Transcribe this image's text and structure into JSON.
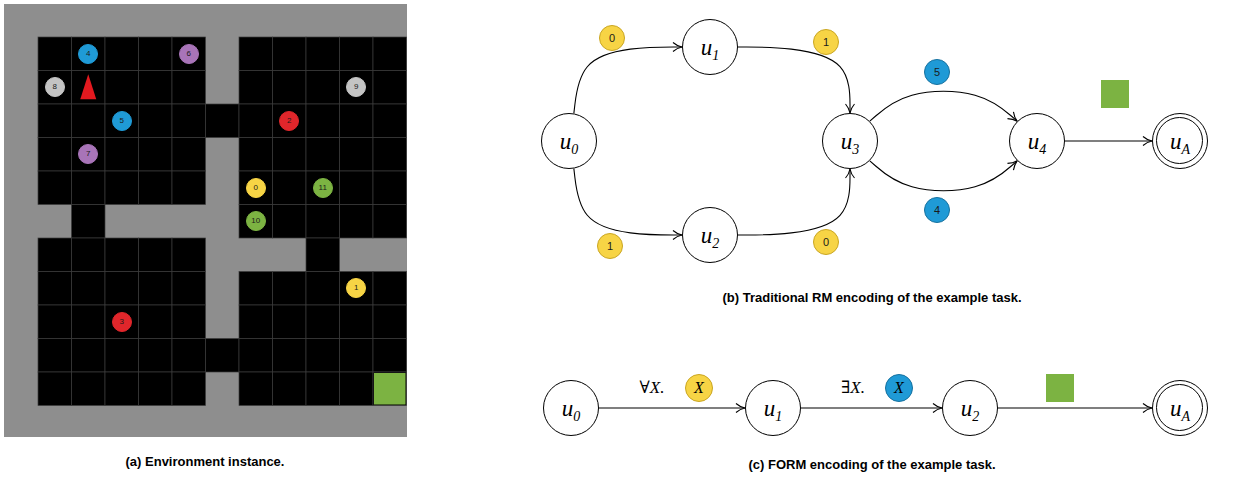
{
  "diagram": {
    "nodes": [
      {
        "text": [
          "u0"
        ]
      },
      {
        "text": [
          "u1"
        ]
      },
      {
        "text": [
          "u2"
        ]
      },
      {
        "text": [
          "u3"
        ]
      },
      {
        "text": [
          "u4"
        ]
      },
      {
        "text": [
          "uA"
        ]
      },
      {
        "text": [
          "u0"
        ]
      },
      {
        "text": [
          "u1"
        ]
      },
      {
        "text": [
          "u2"
        ]
      },
      {
        "text": [
          "uA"
        ]
      }
    ],
    "edges": [
      {
        "from": 0,
        "to": 1,
        "label": "0",
        "arrow": "to"
      },
      {
        "from": 1,
        "to": 3,
        "label": "1",
        "arrow": "to"
      },
      {
        "from": 0,
        "to": 2,
        "label": "1",
        "arrow": "to"
      },
      {
        "from": 2,
        "to": 3,
        "label": "0",
        "arrow": "to"
      },
      {
        "from": 3,
        "to": 4,
        "label": "5",
        "arrow": "to"
      },
      {
        "from": 3,
        "to": 4,
        "label": "4",
        "arrow": "to"
      },
      {
        "from": 4,
        "to": 5,
        "arrow": "to"
      },
      {
        "from": 6,
        "to": 7,
        "label": "∀X.",
        "arrow": "to"
      },
      {
        "from": 7,
        "to": 8,
        "label": "∃X.",
        "arrow": "to"
      },
      {
        "from": 8,
        "to": 9,
        "arrow": "to"
      }
    ],
    "labels": [
      "4",
      "6",
      "8",
      "9",
      "5",
      "2",
      "7",
      "0",
      "11",
      "10",
      "1",
      "3",
      "X",
      "X",
      "(a) Environment instance.",
      "(b) Traditional RM encoding of the example task.",
      "(c) FORM encoding of the example task."
    ]
  }
}
